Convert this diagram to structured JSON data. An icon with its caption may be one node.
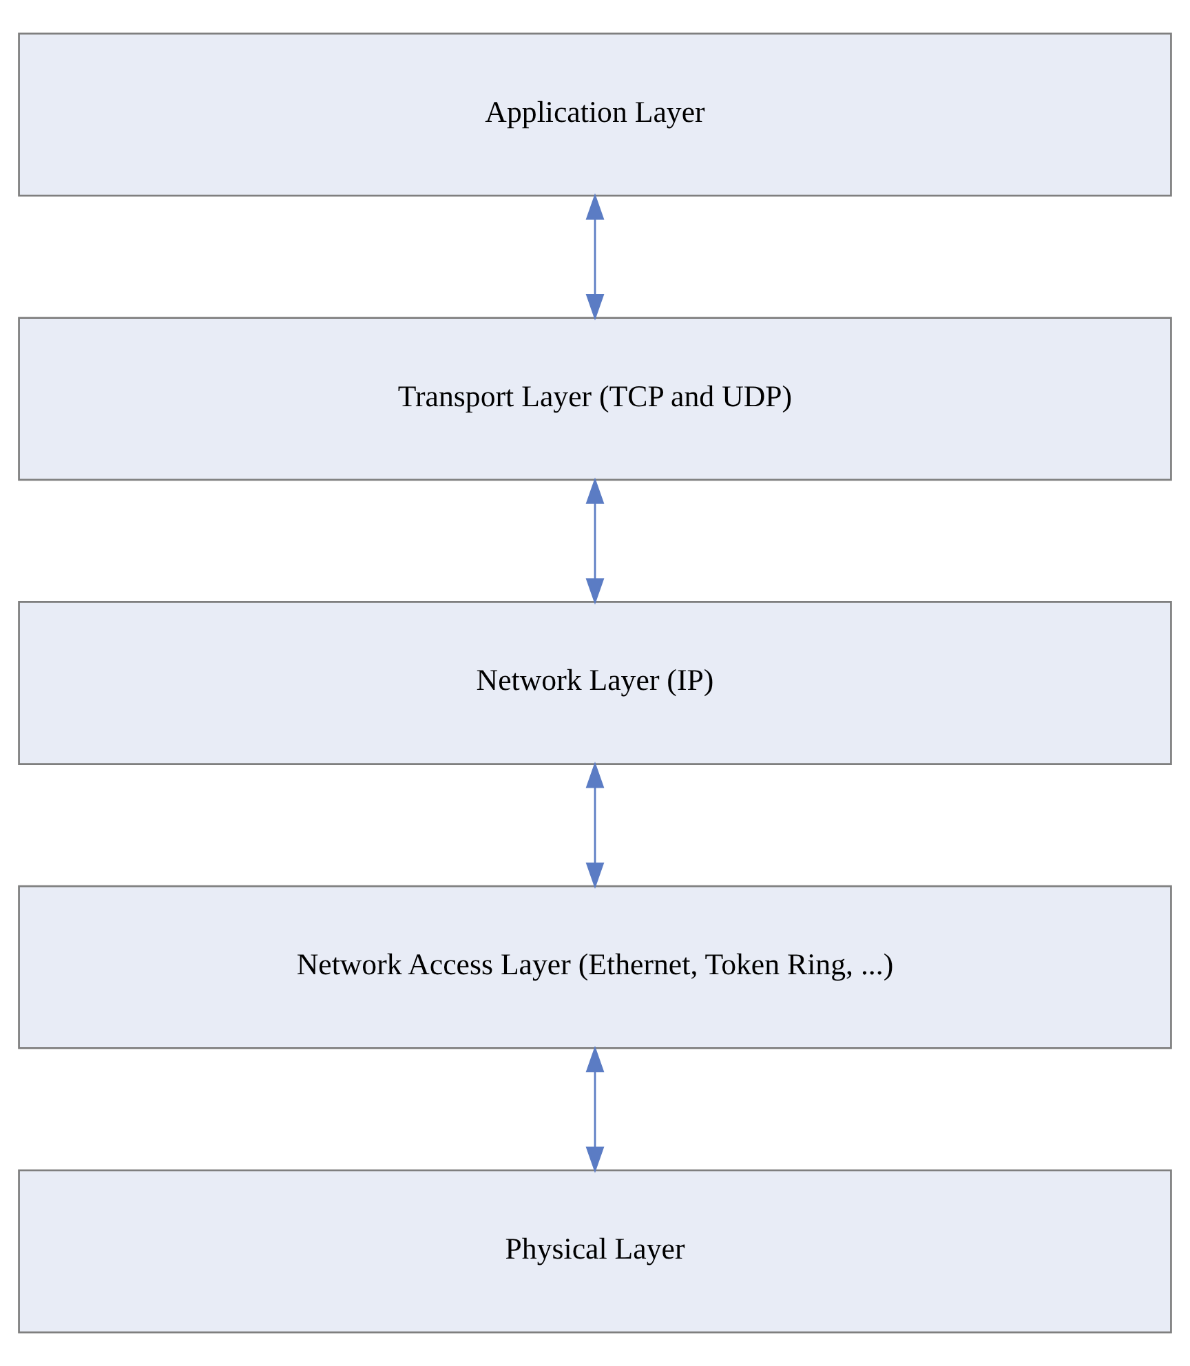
{
  "diagram": {
    "nodes": [
      {
        "text": [
          "Application Layer"
        ]
      },
      {
        "text": [
          "Transport Layer (TCP and UDP)"
        ]
      },
      {
        "text": [
          "Network Layer (IP)"
        ]
      },
      {
        "text": [
          "Network Access Layer (Ethernet, Token Ring, ...)"
        ]
      },
      {
        "text": [
          "Physical Layer"
        ]
      }
    ],
    "edges": [
      {
        "from": 0,
        "to": 1,
        "arrow": "both"
      },
      {
        "from": 1,
        "to": 2,
        "arrow": "both"
      },
      {
        "from": 2,
        "to": 3,
        "arrow": "both"
      },
      {
        "from": 3,
        "to": 4,
        "arrow": "both"
      }
    ]
  }
}
